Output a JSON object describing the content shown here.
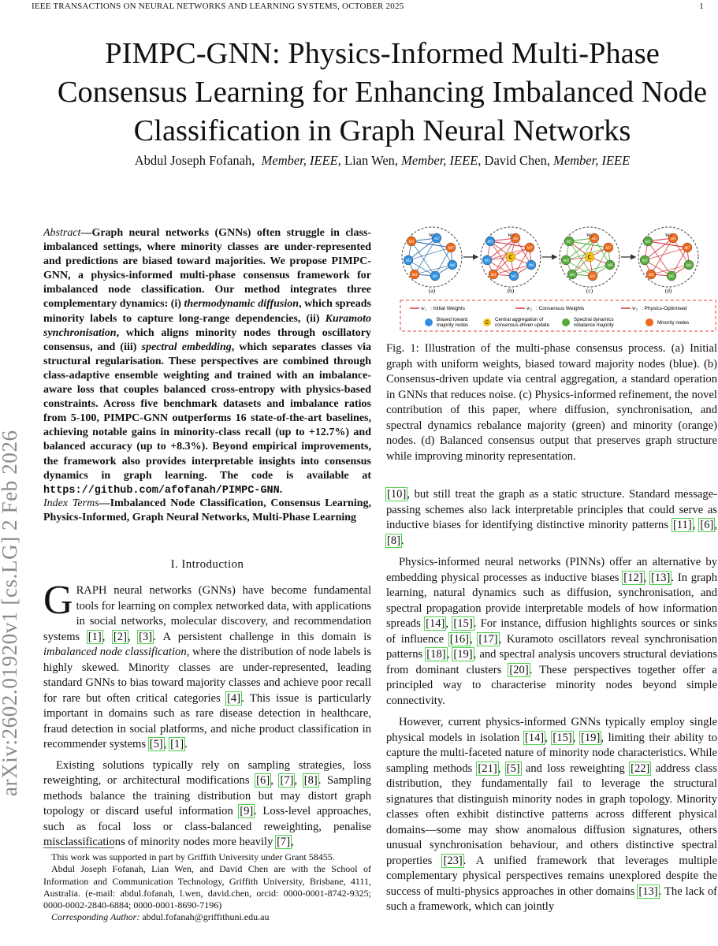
{
  "header": {
    "journal": "IEEE TRANSACTIONS ON NEURAL NETWORKS AND LEARNING SYSTEMS, OCTOBER 2025",
    "page": "1"
  },
  "arxiv_stamp": "arXiv:2602.01920v1  [cs.LG]  2 Feb 2026",
  "title": "PIMPC-GNN: Physics-Informed Multi-Phase Consensus Learning for Enhancing Imbalanced Node Classification in Graph Neural Networks",
  "authors": {
    "a1": "Abdul Joseph Fofanah,",
    "a1_role": "Member, IEEE,",
    "a2": "Lian Wen,",
    "a2_role": "Member, IEEE,",
    "a3": "David Chen,",
    "a3_role": "Member, IEEE"
  },
  "abstract": {
    "label": "Abstract",
    "p1": "—Graph neural networks (GNNs) often struggle in class-imbalanced settings, where minority classes are under-represented and predictions are biased toward majorities. We propose PIMPC-GNN, a physics-informed multi-phase consensus framework for imbalanced node classification. Our method integrates three complementary dynamics: (i) ",
    "t1": "thermodynamic diffusion",
    "p2": ", which spreads minority labels to capture long-range dependencies, (ii) ",
    "t2": "Kuramoto synchronisation",
    "p3": ", which aligns minority nodes through oscillatory consensus, and (iii) ",
    "t3": "spectral embedding",
    "p4": ", which separates classes via structural regularisation. These perspectives are combined through class-adaptive ensemble weighting and trained with an imbalance-aware loss that couples balanced cross-entropy with physics-based constraints. Across five benchmark datasets and imbalance ratios from 5-100, PIMPC-GNN outperforms 16 state-of-the-art baselines, achieving notable gains in minority-class recall (up to +12.7%) and balanced accuracy (up to +8.3%). Beyond empirical improvements, the framework also provides interpretable insights into consensus dynamics in graph learning. The code is available at ",
    "url": "https://github.com/afofanah/PIMPC-GNN",
    "end": "."
  },
  "index_terms": {
    "label": "Index Terms",
    "text": "—Imbalanced Node Classification, Consensus Learning, Physics-Informed, Graph Neural Networks, Multi-Phase Learning"
  },
  "section": "I. Introduction",
  "intro": {
    "dropcap": "G",
    "p1_a": "RAPH neural networks (GNNs) have become fundamental tools for learning on complex networked data, with applications in social networks, molecular discovery, and recommendation systems ",
    "p1_b": ". A persistent challenge in this domain is ",
    "p1_it": "imbalanced node classification",
    "p1_c": ", where the distribution of node labels is highly skewed. Minority classes are under-represented, leading standard GNNs to bias toward majority classes and achieve poor recall for rare but often critical categories ",
    "p1_d": ". This issue is particularly important in domains such as rare disease detection in healthcare, fraud detection in social platforms, and niche product classification in recommender systems ",
    "p1_e": ".",
    "p2_a": "Existing solutions typically rely on sampling strategies, loss reweighting, or architectural modifications ",
    "p2_b": ". Sampling methods balance the training distribution but may distort graph topology or discard useful information ",
    "p2_c": ". Loss-level approaches, such as focal loss or class-balanced reweighting, penalise misclassifications of minority nodes more heavily ",
    "p2_d": ","
  },
  "footnote": {
    "f1": "This work was supported in part by Griffith University under Grant 58455.",
    "f2": "Abdul Joseph Fofanah, Lian Wen, and David Chen are with the School of Information and Communication Technology, Griffith University, Brisbane, 4111, Australia. (e-mail: abdul.fofanah, l.wen, david.chen, orcid: 0000-0001-8742-9325; 0000-0002-2840-6884; 0000-0001-8690-7196)",
    "f3_label": "Corresponding Author:",
    "f3": " abdul.fofanah@griffithuni.edu.au"
  },
  "figure": {
    "sub_a": "(a)",
    "sub_b": "(b)",
    "sub_c": "(c)",
    "sub_d": "(d)",
    "legend_w1": ": Initial Weights",
    "legend_w2": ": Consensus Weights",
    "legend_w3": ": Physics-Optimised",
    "legend_blue": "Biased toward majority nodes",
    "legend_c": "Central aggregation of consensus-driven update",
    "legend_green": "Spectral dynamics rebalance majority",
    "legend_orange": "Minority nodes",
    "colors": {
      "blue": "#2e8fe0",
      "orange": "#ee6a1a",
      "green": "#57a83a",
      "yellow": "#f5c518",
      "red_line": "#d8323c",
      "dash": "#e04040"
    }
  },
  "caption": "Fig. 1: Illustration of the multi-phase consensus process. (a) Initial graph with uniform weights, biased toward majority nodes (blue). (b) Consensus-driven update via central aggregation, a standard operation in GNNs that reduces noise. (c) Physics-informed refinement, the novel contribution of this paper, where diffusion, synchronisation, and spectral dynamics rebalance majority (green) and minority (orange) nodes. (d) Balanced consensus output that preserves graph structure while improving minority representation.",
  "right": {
    "p0_b": ", but still treat the graph as a static structure. Standard message-passing schemes also lack interpretable principles that could serve as inductive biases for identifying distinctive minority patterns ",
    "p0_c": ".",
    "p1_a": "Physics-informed neural networks (PINNs) offer an alternative by embedding physical processes as inductive biases ",
    "p1_b": ". In graph learning, natural dynamics such as diffusion, synchronisation, and spectral propagation provide interpretable models of how information spreads ",
    "p1_c": ". For instance, diffusion highlights sources or sinks of influence ",
    "p1_d": ", Kuramoto oscillators reveal synchronisation patterns ",
    "p1_e": ", and spectral analysis uncovers structural deviations from dominant clusters ",
    "p1_f": ". These perspectives together offer a principled way to characterise minority nodes beyond simple connectivity.",
    "p2_a": "However, current physics-informed GNNs typically employ single physical models in isolation ",
    "p2_b": ", limiting their ability to capture the multi-faceted nature of minority node characteristics. While sampling methods ",
    "p2_c": " and loss reweighting ",
    "p2_d": " address class distribution, they fundamentally fail to leverage the structural signatures that distinguish minority nodes in graph topology. Minority classes often exhibit distinctive patterns across different physical domains—some may show anomalous diffusion signatures, others unusual synchronisation behaviour, and others distinctive spectral properties ",
    "p2_e": ". A unified framework that leverages multiple complementary physical perspectives remains unexplored despite the success of multi-physics approaches in other domains ",
    "p2_f": ". The lack of such a framework, which can jointly"
  },
  "cites": {
    "c1": "[1]",
    "c2": "[2]",
    "c3": "[3]",
    "c4": "[4]",
    "c5": "[5]",
    "c6": "[6]",
    "c7": "[7]",
    "c8": "[8]",
    "c9": "[9]",
    "c10": "[10]",
    "c11": "[11]",
    "c12": "[12]",
    "c13": "[13]",
    "c14": "[14]",
    "c15": "[15]",
    "c16": "[16]",
    "c17": "[17]",
    "c18": "[18]",
    "c19": "[19]",
    "c20": "[20]",
    "c21": "[21]",
    "c22": "[22]",
    "c23": "[23]"
  }
}
